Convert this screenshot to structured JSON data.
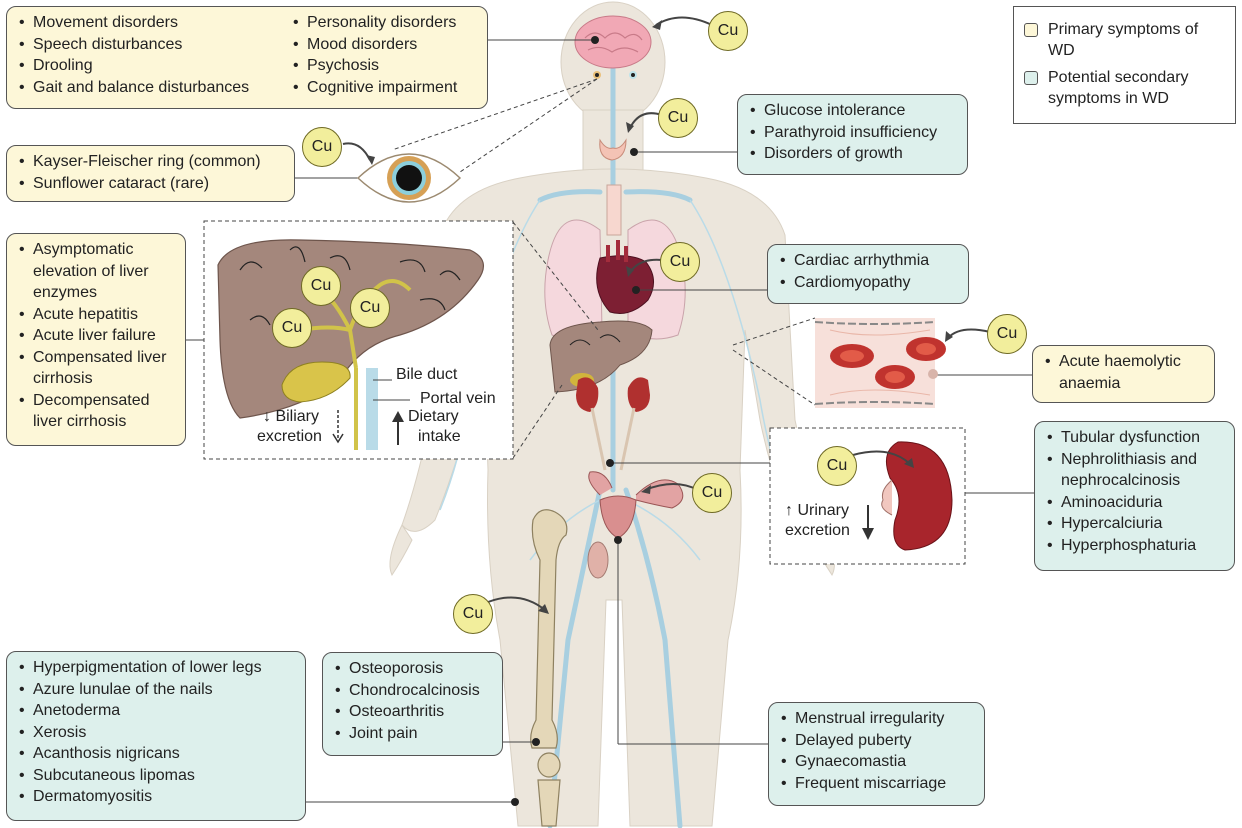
{
  "legend": {
    "primary": "Primary symptoms of WD",
    "secondary": "Potential secondary symptoms in WD",
    "colors": {
      "primary": "#fdf7d8",
      "secondary": "#ddf0ec"
    }
  },
  "copper_label": "Cu",
  "boxes": {
    "brain": {
      "col1": [
        "Movement disorders",
        "Speech disturbances",
        "Drooling",
        "Gait and balance disturbances"
      ],
      "col2": [
        "Personality disorders",
        "Mood disorders",
        "Psychosis",
        "Cognitive impairment"
      ]
    },
    "eye": [
      "Kayser-Fleischer ring (common)",
      "Sunflower cataract (rare)"
    ],
    "liver": [
      "Asymptomatic elevation of liver enzymes",
      "Acute hepatitis",
      "Acute liver failure",
      "Compensated liver cirrhosis",
      "Decompensated liver cirrhosis"
    ],
    "endocrine": [
      "Glucose intolerance",
      "Parathyroid insufficiency",
      "Disorders of growth"
    ],
    "heart": [
      "Cardiac arrhythmia",
      "Cardiomyopathy"
    ],
    "blood": [
      "Acute haemolytic anaemia"
    ],
    "kidney": [
      "Tubular dysfunction",
      "Nephrolithiasis and nephrocalcinosis",
      "Aminoaciduria",
      "Hypercalciuria",
      "Hyperphosphaturia"
    ],
    "skin": [
      "Hyperpigmentation of lower legs",
      "Azure lunulae of the nails",
      "Anetoderma",
      "Xerosis",
      "Acanthosis nigricans",
      "Subcutaneous lipomas",
      "Dermatomyositis"
    ],
    "bone": [
      "Osteoporosis",
      "Chondrocalcinosis",
      "Osteoarthritis",
      "Joint pain"
    ],
    "reproductive": [
      "Menstrual irregularity",
      "Delayed puberty",
      "Gynaecomastia",
      "Frequent miscarriage"
    ]
  },
  "liver_inset": {
    "bile_duct": "Bile duct",
    "portal_vein": "Portal vein",
    "biliary": [
      "↓ Biliary",
      "excretion"
    ],
    "dietary": [
      "Dietary",
      "intake"
    ]
  },
  "kidney_inset": {
    "urinary": [
      "↑ Urinary",
      "excretion"
    ]
  },
  "colors": {
    "body": "#ece6dc",
    "copper": "#f2ee9c",
    "liver": "#a4877c",
    "kidney": "#a8252c",
    "vessel": "#a8cfe0",
    "lung": "#f5d8dd"
  }
}
